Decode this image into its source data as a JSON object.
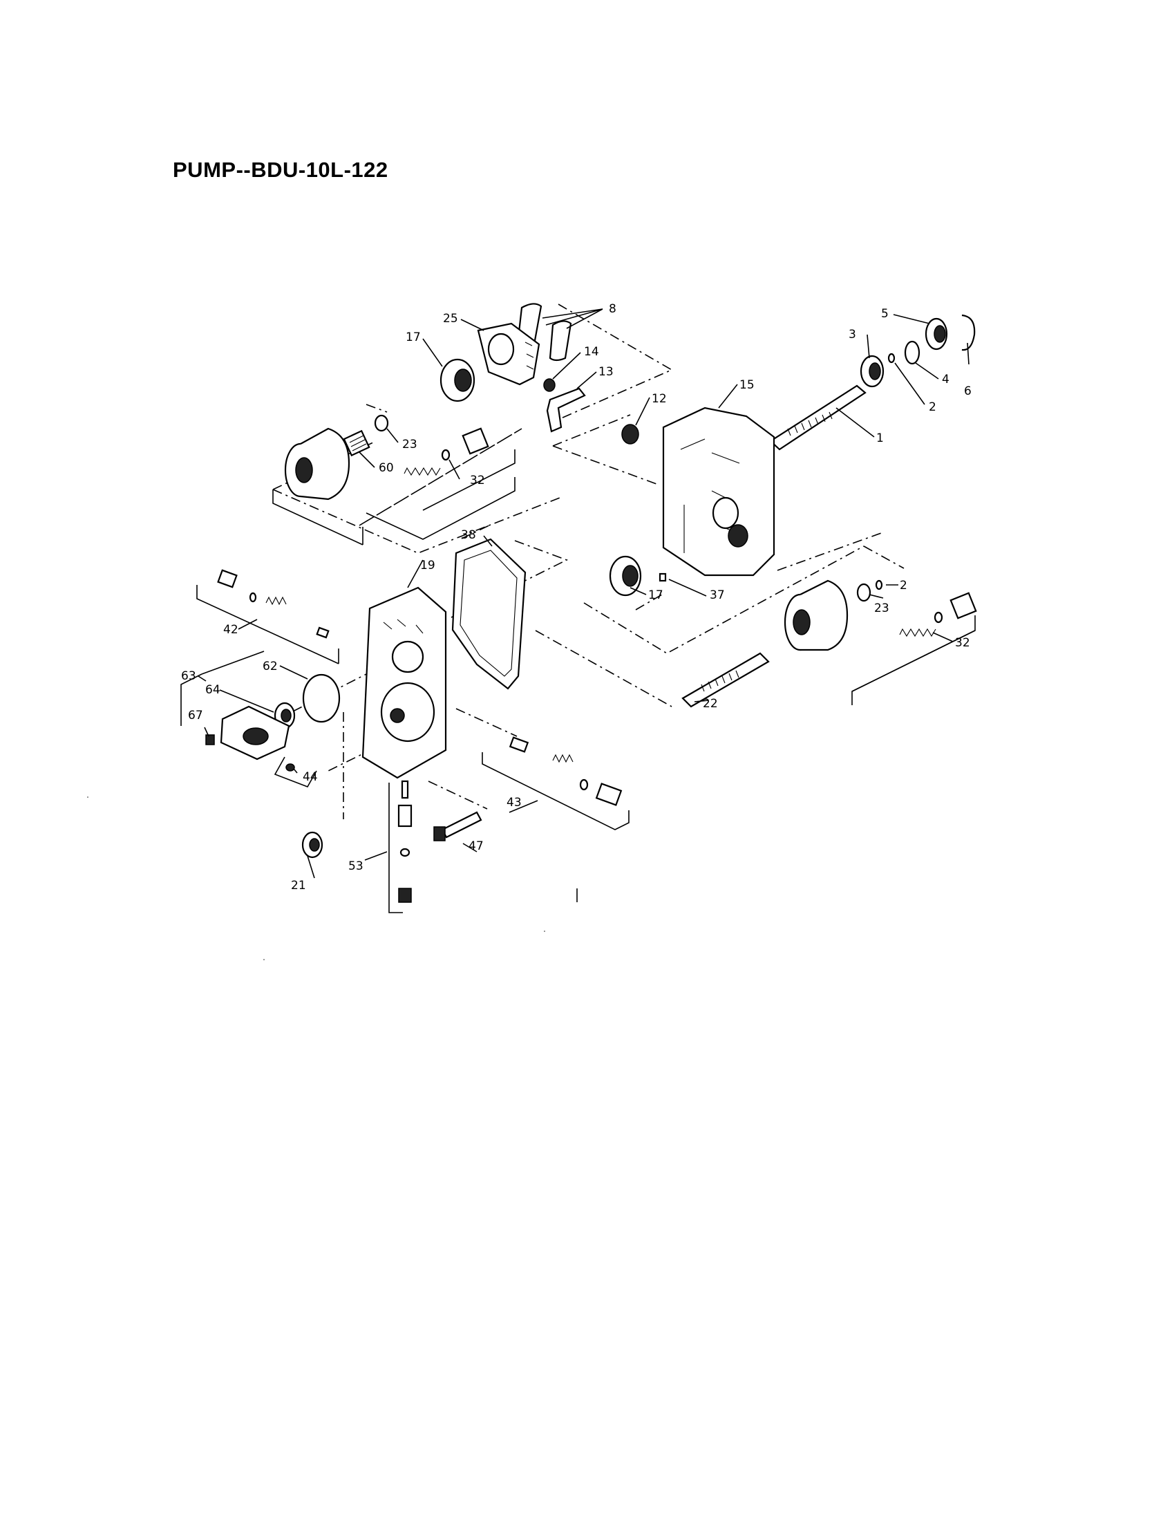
{
  "title": "PUMP--BDU-10L-122",
  "part_labels": [
    {
      "id": "8",
      "text": "8"
    },
    {
      "id": "25",
      "text": "25"
    },
    {
      "id": "17a",
      "text": "17"
    },
    {
      "id": "14",
      "text": "14"
    },
    {
      "id": "13",
      "text": "13"
    },
    {
      "id": "5",
      "text": "5"
    },
    {
      "id": "3",
      "text": "3"
    },
    {
      "id": "4",
      "text": "4"
    },
    {
      "id": "2a",
      "text": "2"
    },
    {
      "id": "6",
      "text": "6"
    },
    {
      "id": "15",
      "text": "15"
    },
    {
      "id": "12",
      "text": "12"
    },
    {
      "id": "1",
      "text": "1"
    },
    {
      "id": "23a",
      "text": "23"
    },
    {
      "id": "60",
      "text": "60"
    },
    {
      "id": "32a",
      "text": "32"
    },
    {
      "id": "38",
      "text": "38"
    },
    {
      "id": "19",
      "text": "19"
    },
    {
      "id": "17b",
      "text": "17"
    },
    {
      "id": "37",
      "text": "37"
    },
    {
      "id": "2b",
      "text": "2"
    },
    {
      "id": "23b",
      "text": "23"
    },
    {
      "id": "32b",
      "text": "32"
    },
    {
      "id": "42",
      "text": "42"
    },
    {
      "id": "62",
      "text": "62"
    },
    {
      "id": "63",
      "text": "63"
    },
    {
      "id": "64",
      "text": "64"
    },
    {
      "id": "67",
      "text": "67"
    },
    {
      "id": "44",
      "text": "44"
    },
    {
      "id": "22",
      "text": "22"
    },
    {
      "id": "43",
      "text": "43"
    },
    {
      "id": "47",
      "text": "47"
    },
    {
      "id": "53",
      "text": "53"
    },
    {
      "id": "21",
      "text": "21"
    }
  ]
}
